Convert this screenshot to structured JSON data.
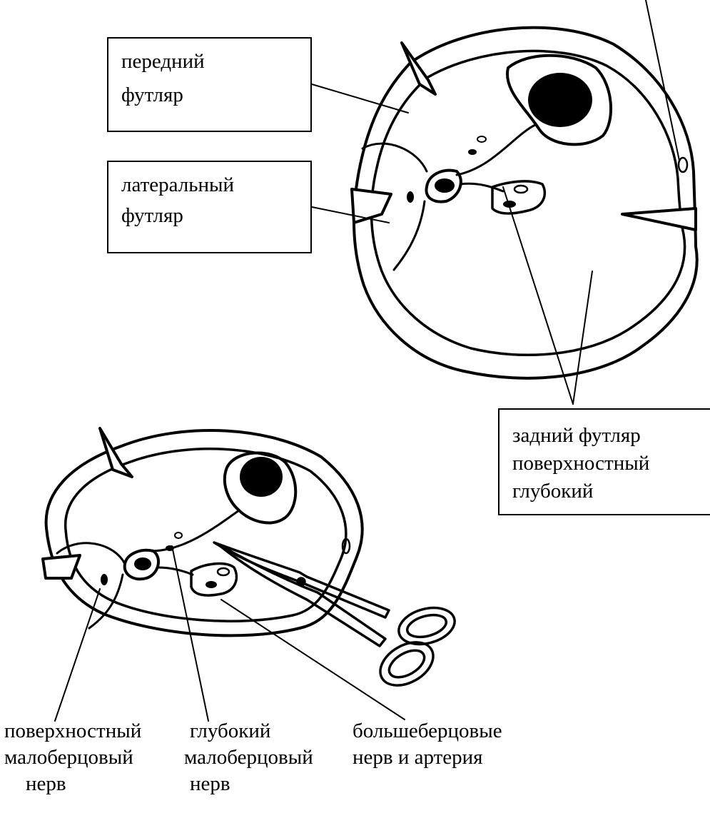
{
  "top_labels": {
    "anterior": [
      "передний",
      "футляр"
    ],
    "lateral": [
      "латеральный",
      "футляр"
    ],
    "posterior": [
      "задний футляр",
      "поверхностный",
      "глубокий"
    ]
  },
  "bottom_labels": {
    "superficial_peroneal": [
      "поверхностный",
      "малоберцовый",
      "нерв"
    ],
    "deep_peroneal": [
      "глубокий",
      "малоберцовый",
      "нерв"
    ],
    "tibial": [
      "большеберцовые",
      "нерв и артерия"
    ]
  },
  "icons": [
    "leg-cross-section",
    "scissors-icon"
  ],
  "colors": {
    "ink": "#000000",
    "paper": "#ffffff"
  }
}
